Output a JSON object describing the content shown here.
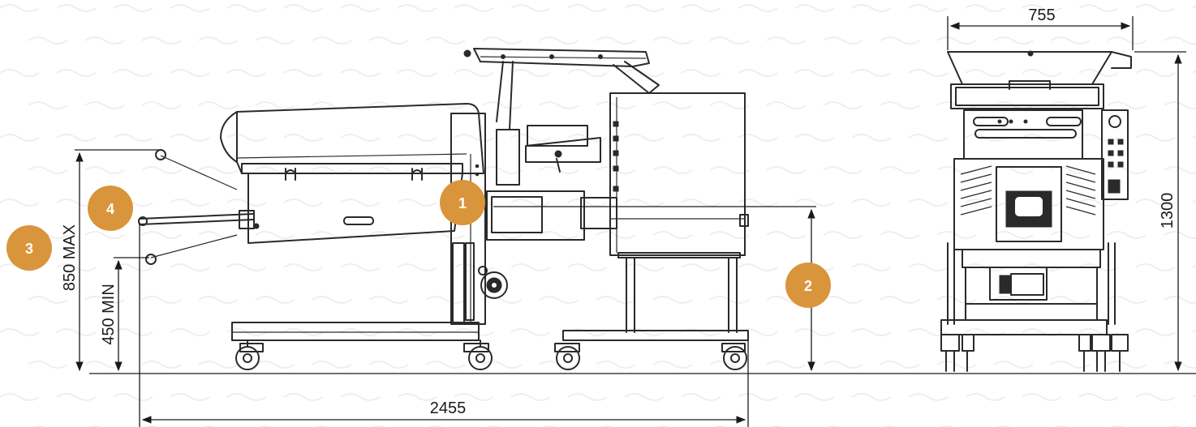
{
  "dimensions": {
    "total_length": "2455",
    "width": "755",
    "height": "1300",
    "max_height": "850 MAX",
    "min_height": "450 MIN"
  },
  "badges": {
    "b1": "1",
    "b2": "2",
    "b3": "3",
    "b4": "4"
  },
  "colors": {
    "badge": "#d9953b",
    "ink": "#2a2a2a"
  }
}
